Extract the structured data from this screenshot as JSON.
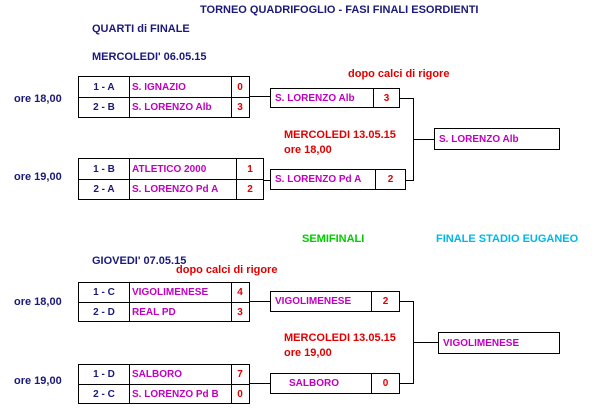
{
  "title": "TORNEO QUADRIFOGLIO  -   FASI   FINALI   ESORDIENTI",
  "quarti_label": "QUARTI  di FINALE",
  "semifinali_label": "SEMIFINALI",
  "finale_label": "FINALE STADIO EUGANEO",
  "top": {
    "day": "MERCOLEDI'   06.05.15",
    "rigori": "dopo calci di rigore",
    "game1": {
      "time": "ore  18,00",
      "rows": [
        {
          "code": "1 - A",
          "team": "S. IGNAZIO",
          "score": "0"
        },
        {
          "code": "2 - B",
          "team": "S. LORENZO Alb",
          "score": "3"
        }
      ]
    },
    "game2": {
      "time": "ore  19,00",
      "rows": [
        {
          "code": "1 - B",
          "team": "ATLETICO  2000",
          "score": "1"
        },
        {
          "code": "2 - A",
          "team": "S. LORENZO Pd A",
          "score": "2"
        }
      ]
    },
    "semi": [
      {
        "team": "S. LORENZO Alb",
        "score": "3"
      },
      {
        "team": "S. LORENZO Pd A",
        "score": "2"
      }
    ],
    "semi_date": "MERCOLEDI  13.05.15",
    "semi_time": "ore   18,00",
    "winner": "S. LORENZO Alb"
  },
  "bottom": {
    "day": "GIOVEDI'      07.05.15",
    "rigori": "dopo calci di rigore",
    "game1": {
      "time": "ore  18,00",
      "rows": [
        {
          "code": "1 - C",
          "team": "VIGOLIMENESE",
          "score": "4"
        },
        {
          "code": "2 - D",
          "team": "REAL  PD",
          "score": "3"
        }
      ]
    },
    "game2": {
      "time": "ore  19,00",
      "rows": [
        {
          "code": "1 - D",
          "team": "SALBORO",
          "score": "7"
        },
        {
          "code": "2 - C",
          "team": "S. LORENZO Pd B",
          "score": "0"
        }
      ]
    },
    "semi": [
      {
        "team": "VIGOLIMENESE",
        "score": "2"
      },
      {
        "team": "SALBORO",
        "score": "0"
      }
    ],
    "semi_date": "MERCOLEDI  13.05.15",
    "semi_time": "ore    19,00",
    "winner": "VIGOLIMENESE"
  }
}
